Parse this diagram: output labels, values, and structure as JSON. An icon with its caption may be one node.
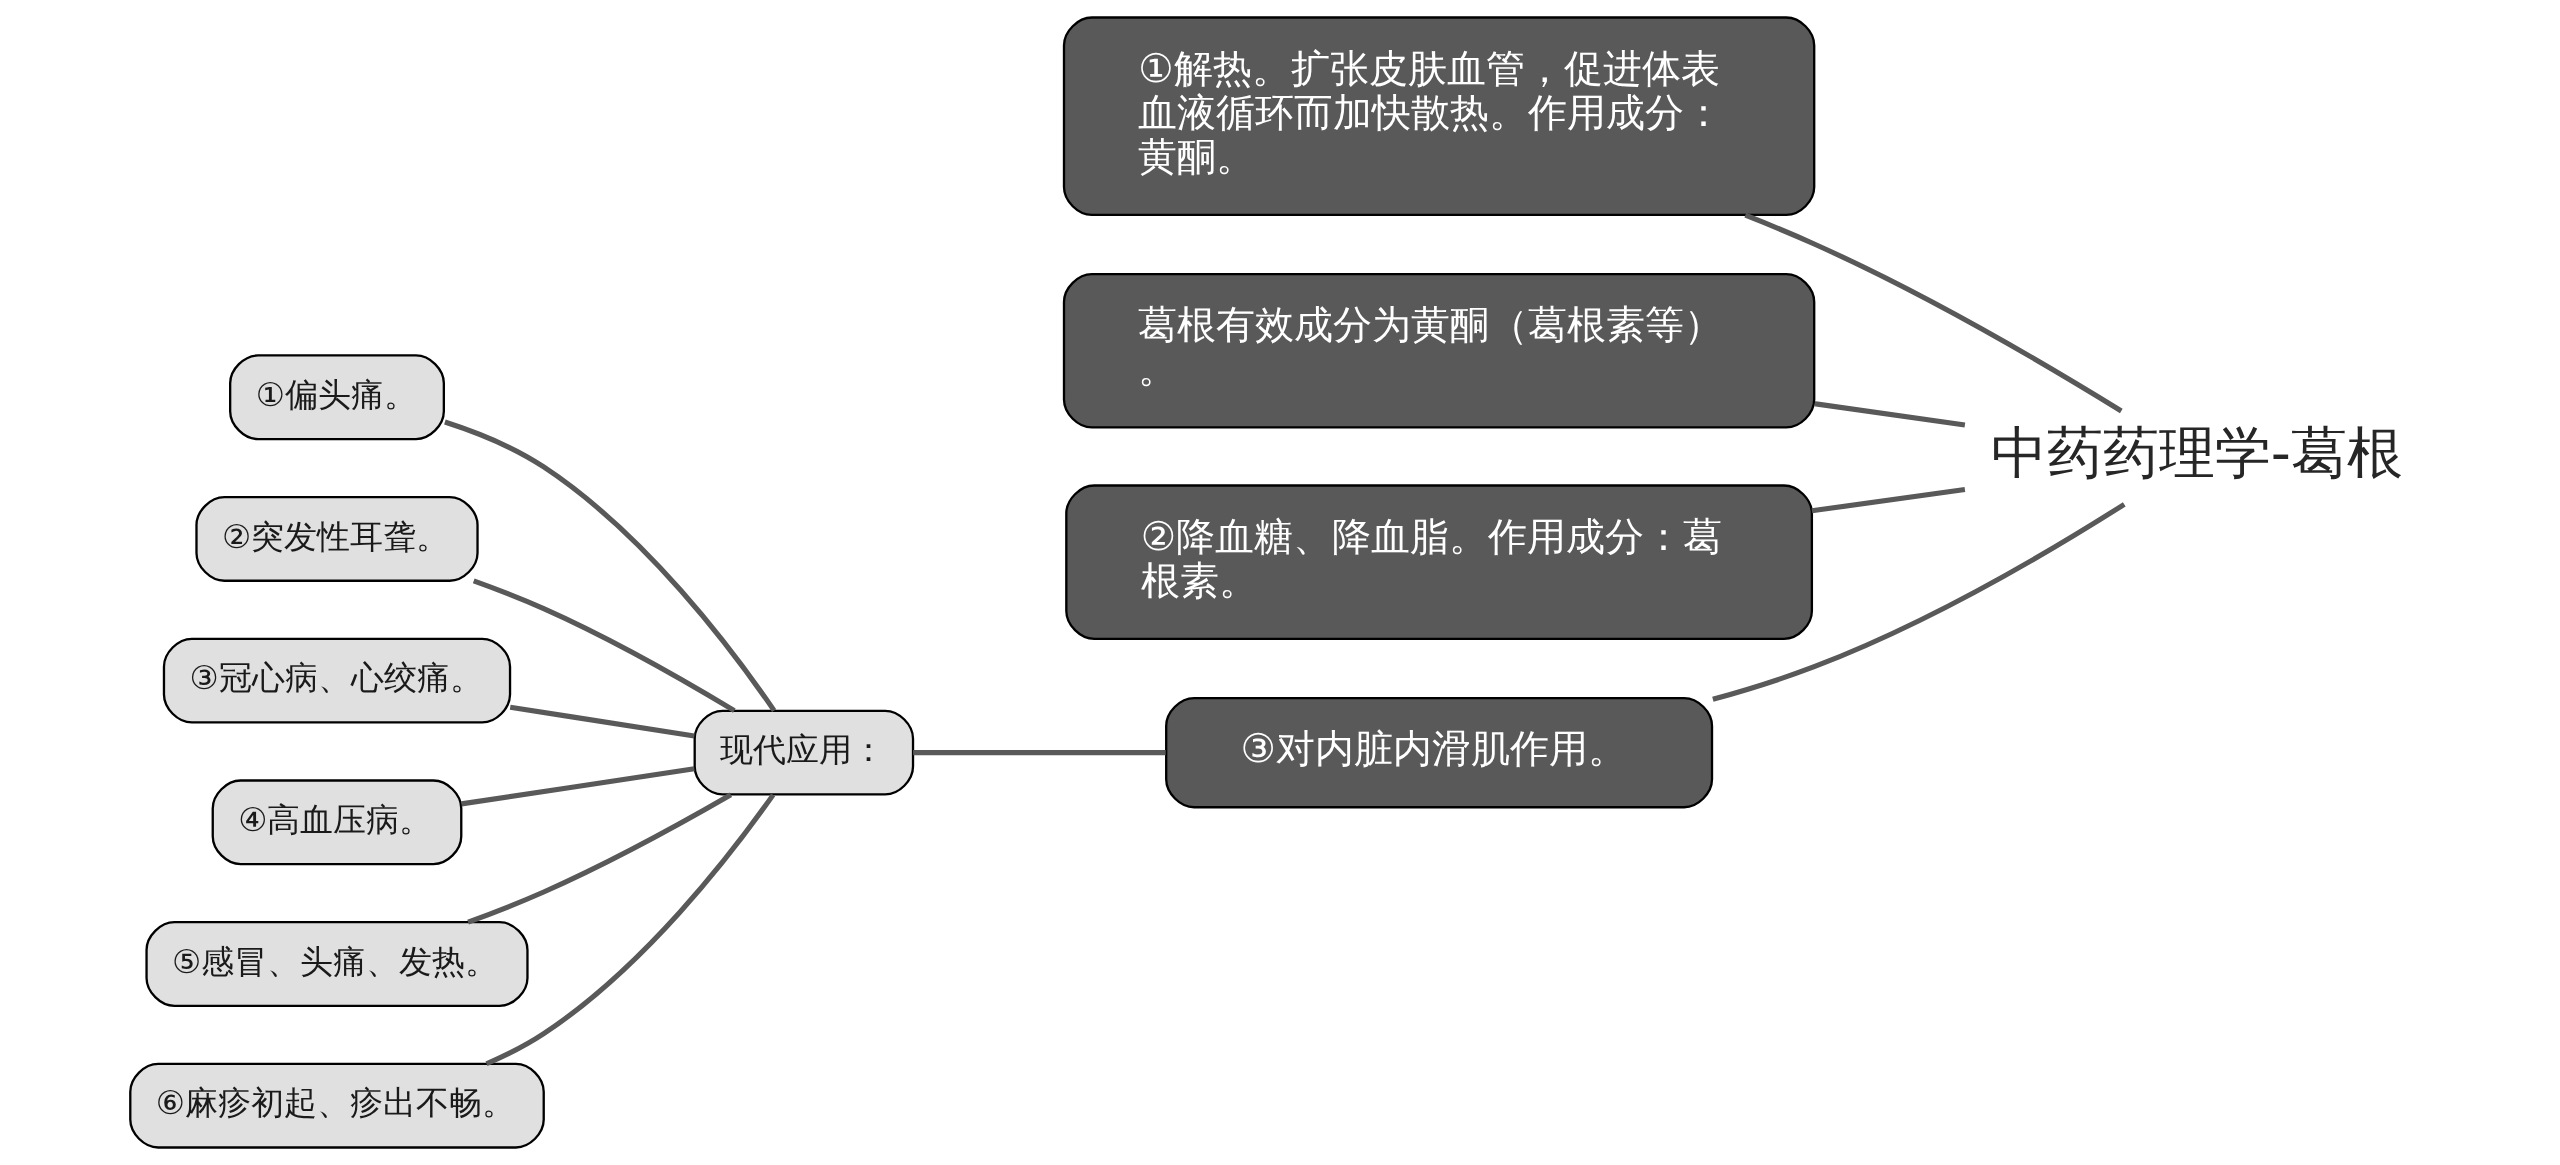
{
  "diagram": {
    "nodes": [
      {
        "text": [
          "中药药理学-葛根"
        ]
      },
      {
        "text": [
          "①解热。扩张皮肤血管，促进体表血液循环而加快散热。作用成分：黄酮。"
        ]
      },
      {
        "text": [
          "葛根有效成分为黄酮（葛根素等）。"
        ]
      },
      {
        "text": [
          "②降血糖、降血脂。作用成分：葛根素。"
        ]
      },
      {
        "text": [
          "③对内脏内滑肌作用。"
        ]
      },
      {
        "text": [
          "现代应用："
        ]
      },
      {
        "text": [
          "①偏头痛。"
        ]
      },
      {
        "text": [
          "②突发性耳聋。"
        ]
      },
      {
        "text": [
          "③冠心病、心绞痛。"
        ]
      },
      {
        "text": [
          "④高血压病。"
        ]
      },
      {
        "text": [
          "⑤感冒、头痛、发热。"
        ]
      },
      {
        "text": [
          "⑥麻疹初起、疹出不畅。"
        ]
      }
    ],
    "edges": [
      {
        "from": 0,
        "to": 1,
        "arrow": "none"
      },
      {
        "from": 0,
        "to": 2,
        "arrow": "none"
      },
      {
        "from": 0,
        "to": 3,
        "arrow": "none"
      },
      {
        "from": 0,
        "to": 4,
        "arrow": "none"
      },
      {
        "from": 4,
        "to": 5,
        "arrow": "none"
      },
      {
        "from": 5,
        "to": 6,
        "arrow": "none"
      },
      {
        "from": 5,
        "to": 7,
        "arrow": "none"
      },
      {
        "from": 5,
        "to": 8,
        "arrow": "none"
      },
      {
        "from": 5,
        "to": 9,
        "arrow": "none"
      },
      {
        "from": 5,
        "to": 10,
        "arrow": "none"
      },
      {
        "from": 5,
        "to": 11,
        "arrow": "none"
      }
    ]
  }
}
